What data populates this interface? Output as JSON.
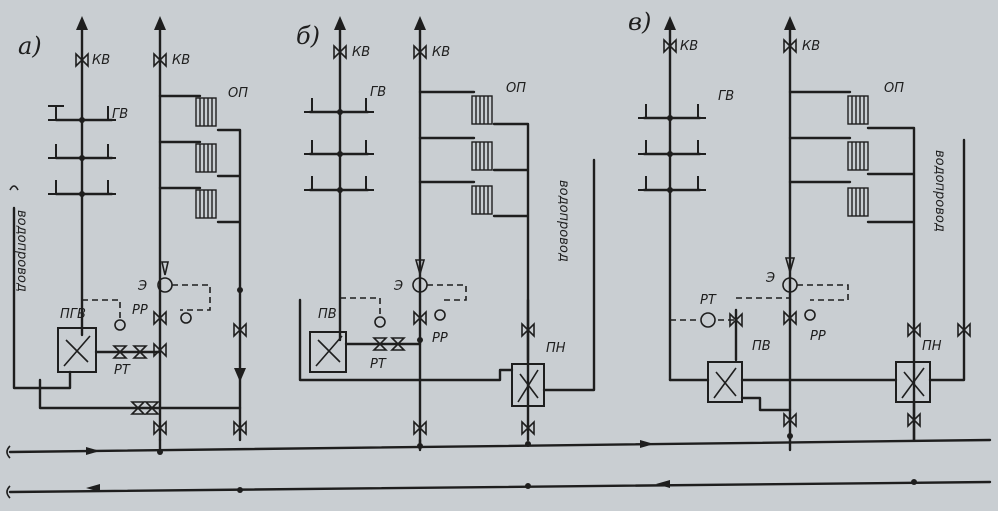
{
  "diagrams": [
    {
      "letter": "а)",
      "kv1": "КВ",
      "kv2": "КВ",
      "gv": "ГВ",
      "op": "ОП",
      "heater": "ПГВ",
      "e": "Э",
      "rr": "РР",
      "rt": "РТ",
      "water": "водопровод"
    },
    {
      "letter": "б)",
      "kv1": "КВ",
      "kv2": "КВ",
      "gv": "ГВ",
      "op": "ОП",
      "heater": "ПВ",
      "e": "Э",
      "rr": "РР",
      "rt": "РТ",
      "pn": "ПН",
      "water": "водопровод"
    },
    {
      "letter": "в)",
      "kv1": "КВ",
      "kv2": "КВ",
      "gv": "ГВ",
      "op": "ОП",
      "heater": "ПВ",
      "e": "Э",
      "rr": "РР",
      "rt": "РТ",
      "pn": "ПН",
      "water": "водопровод"
    }
  ],
  "colors": {
    "background": "#c9ced2",
    "ink": "#1e1e1e"
  }
}
